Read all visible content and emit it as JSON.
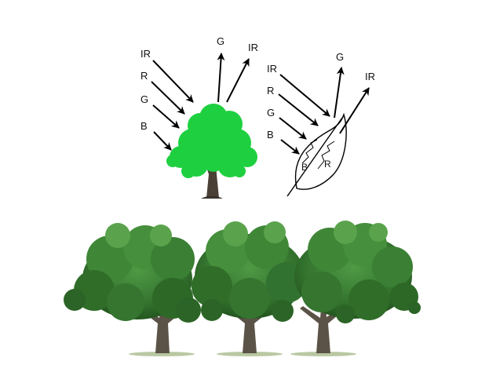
{
  "diagram": {
    "tree_incoming": {
      "ir": "IR",
      "r": "R",
      "g": "G",
      "b": "B"
    },
    "tree_outgoing": {
      "g": "G",
      "ir": "IR"
    },
    "leaf_incoming": {
      "ir": "IR",
      "r": "R",
      "g": "G",
      "b": "B"
    },
    "leaf_outgoing": {
      "g": "G",
      "ir": "IR"
    },
    "leaf_absorbed": {
      "b": "B",
      "r": "R"
    }
  },
  "colors": {
    "canopy_bright": "#1ed040",
    "canopy_dark": "#2f6f2a",
    "canopy_mid": "#3e8a36",
    "trunk": "#4a4036",
    "arrow": "#000000"
  }
}
